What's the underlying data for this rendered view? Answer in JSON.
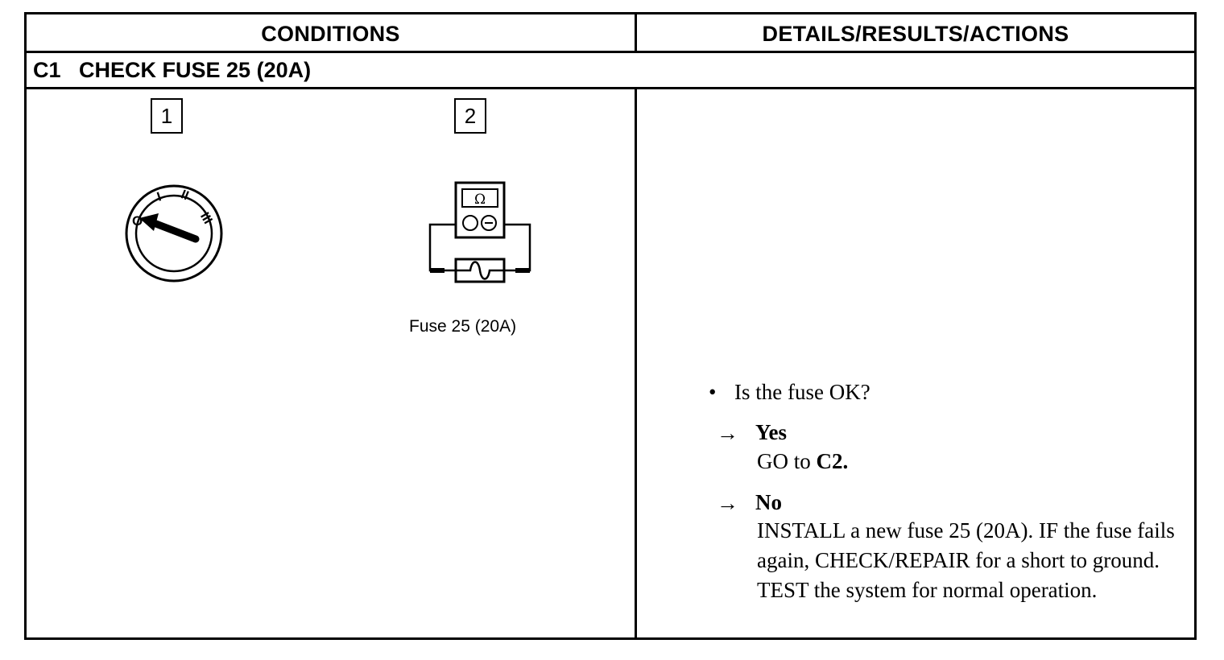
{
  "table": {
    "header_conditions": "CONDITIONS",
    "header_details": "DETAILS/RESULTS/ACTIONS",
    "step_id": "C1",
    "step_title": "CHECK FUSE 25 (20A)"
  },
  "conditions": {
    "step1_number": "1",
    "step2_number": "2",
    "ignition_positions": [
      "O",
      "I",
      "II",
      "III"
    ],
    "meter_symbol": "Ω",
    "fuse_caption": "Fuse 25 (20A)"
  },
  "details": {
    "bullet": "•",
    "question": "Is the fuse OK?",
    "arrow": "→",
    "yes_label": "Yes",
    "yes_action_prefix": "GO to ",
    "yes_action_target": "C2.",
    "no_label": "No",
    "no_action": "INSTALL a new fuse 25 (20A). IF the fuse fails again, CHECK/REPAIR for a short to ground. TEST the system for normal operation."
  }
}
